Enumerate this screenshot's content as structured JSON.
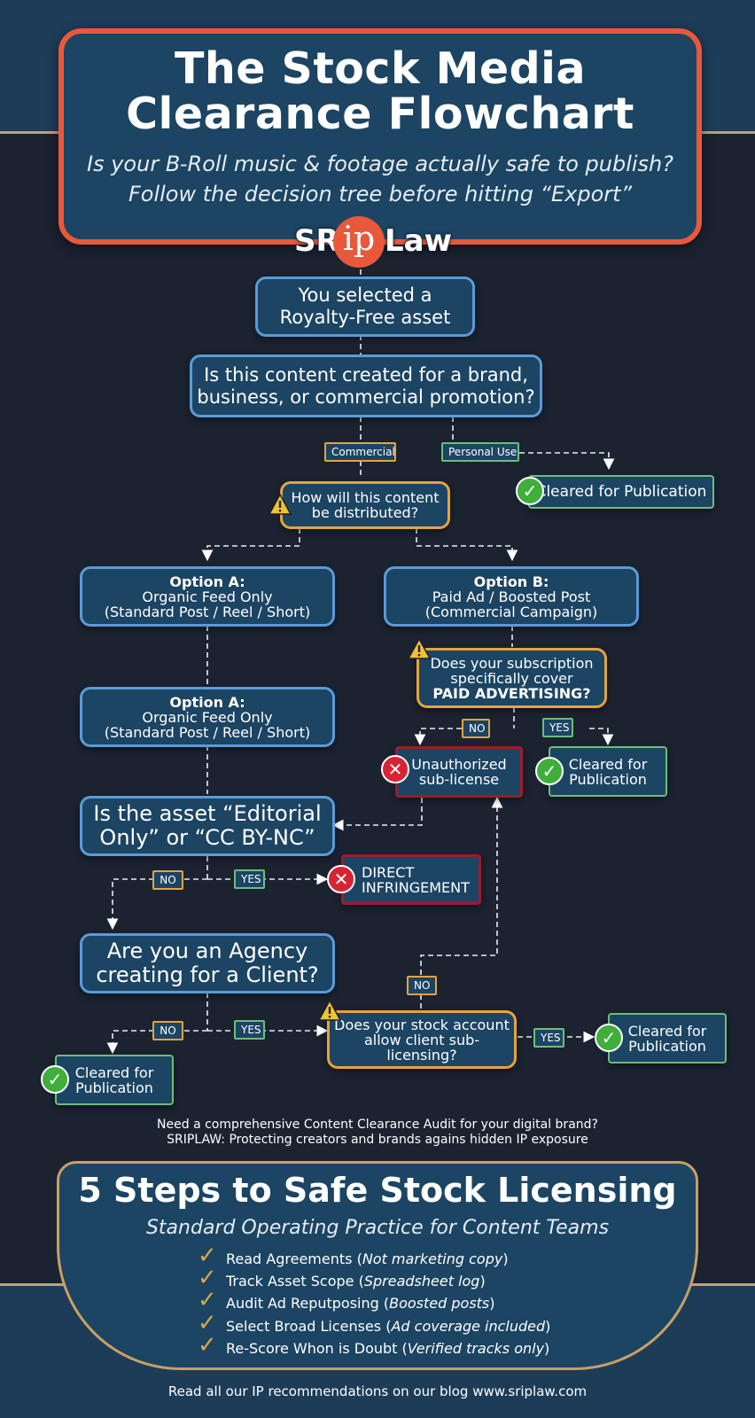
{
  "header": {
    "title_line1": "The Stock Media",
    "title_line2": "Clearance Flowchart",
    "subtitle_line1": "Is your B-Roll music & footage actually safe to publish?",
    "subtitle_line2": "Follow the decision tree before hitting “Export”"
  },
  "logo": {
    "part1": "SR",
    "part2": "ip",
    "part3": "Law"
  },
  "flow": {
    "start_line1": "You selected a",
    "start_line2": "Royalty-Free asset",
    "q_commercial_line1": "Is this content created for a brand,",
    "q_commercial_line2": "business, or commercial promotion?",
    "tag_commercial": "Commercial",
    "tag_personal": "Personal Use",
    "cleared_personal": "Cleared for Publication",
    "q_distribution_line1": "How will this content",
    "q_distribution_line2": "be distributed?",
    "option_a_title": "Option A:",
    "option_a_line1": "Organic Feed Only",
    "option_a_line2": "(Standard Post / Reel / Short)",
    "option_a2_title": "Option A:",
    "option_a2_line1": "Organic Feed Only",
    "option_a2_line2": "(Standard Post / Reel / Short)",
    "option_b_title": "Option B:",
    "option_b_line1": "Paid Ad / Boosted Post",
    "option_b_line2": "(Commercial Campaign)",
    "q_paid_line1": "Does your subscription",
    "q_paid_line2": "specifically cover",
    "q_paid_line3": "PAID ADVERTISING?",
    "tag_no_paid": "NO",
    "tag_yes_paid": "YES",
    "unauthorized_line1": "Unauthorized",
    "unauthorized_line2": "sub-license",
    "cleared_paid_line1": "Cleared for",
    "cleared_paid_line2": "Publication",
    "q_editorial_line1": "Is the asset “Editorial",
    "q_editorial_line2": "Only” or “CC BY-NC”",
    "tag_no_editorial": "NO",
    "tag_yes_editorial": "YES",
    "infringement_line1": "DIRECT",
    "infringement_line2": "INFRINGEMENT",
    "q_agency_line1": "Are you an Agency",
    "q_agency_line2": "creating for a Client?",
    "tag_no_agency": "NO",
    "tag_yes_agency": "YES",
    "cleared_agency_line1": "Cleared for",
    "cleared_agency_line2": "Publication",
    "q_sublicense_line1": "Does your stock account",
    "q_sublicense_line2": "allow client sub-licensing?",
    "tag_no_sublicense": "NO",
    "tag_yes_sublicense": "YES",
    "cleared_sublicense_line1": "Cleared for",
    "cleared_sublicense_line2": "Publication"
  },
  "footer_note": {
    "line1": "Need a comprehensive Content Clearance Audit for your digital brand?",
    "line2": "SRIPLAW: Protecting creators and brands agains hidden IP exposure"
  },
  "steps": {
    "title": "5 Steps to Safe Stock Licensing",
    "subtitle": "Standard Operating Practice for Content Teams",
    "items": [
      {
        "label": "Read Agreements (",
        "note": "Not marketing copy",
        "end": ")"
      },
      {
        "label": "Track Asset Scope (",
        "note": "Spreadsheet log",
        "end": ")"
      },
      {
        "label": "Audit Ad Reputposing (",
        "note": "Boosted posts",
        "end": ")"
      },
      {
        "label": "Select Broad Licenses (",
        "note": "Ad coverage included",
        "end": ")"
      },
      {
        "label": "Re-Score Whon is Doubt (",
        "note": "Verified tracks only",
        "end": ")"
      }
    ]
  },
  "blog": "Read all our IP recommendations on our blog www.sriplaw.com",
  "colors": {
    "background": "#1b2230",
    "panel": "#1c4463",
    "header_border": "#e9583b",
    "blue_border": "#5b9bd8",
    "orange_border": "#e6a33e",
    "green_border": "#6fbd7a",
    "red_border": "#a11a2a",
    "gold": "#c9a066"
  },
  "icons": [
    "check-icon",
    "x-icon",
    "warning-icon",
    "checkmark-icon"
  ]
}
